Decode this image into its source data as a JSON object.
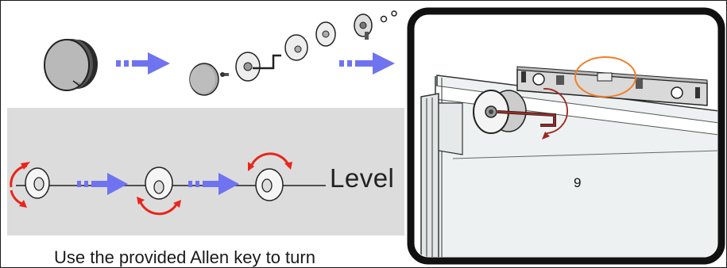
{
  "diagram": {
    "level_label": "Level",
    "instruction_text": "Use the provided Allen key to turn",
    "step_number": "9"
  },
  "colors": {
    "arrow_blue": "#6f73f0",
    "rotate_red": "#e8251b",
    "highlight_orange": "#f07f2a",
    "allen_key_red": "#9b2a22",
    "band_gray": "#dcdcdc",
    "frame_black": "#111111"
  },
  "icons": {
    "flow_arrow": "dashed-right-arrow",
    "rotation": "circular-arrows",
    "tool": "allen-key"
  }
}
